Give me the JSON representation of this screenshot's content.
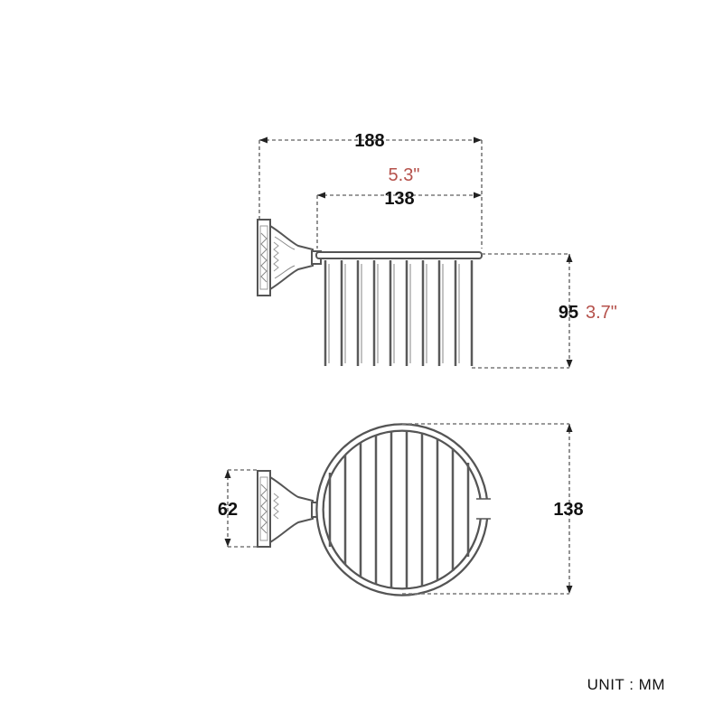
{
  "dimensions": {
    "overall_width_mm": "188",
    "basket_width_mm": "138",
    "basket_width_in": "5.3\"",
    "basket_height_mm": "95",
    "basket_height_in": "3.7\"",
    "base_height_mm": "62",
    "basket_diameter_mm": "138"
  },
  "unit_label": "UNIT : MM",
  "colors": {
    "inch_text": "#b5514b",
    "dimension_text": "#111111",
    "dashed_line": "#7a7a7a",
    "part_outline": "#555555"
  }
}
